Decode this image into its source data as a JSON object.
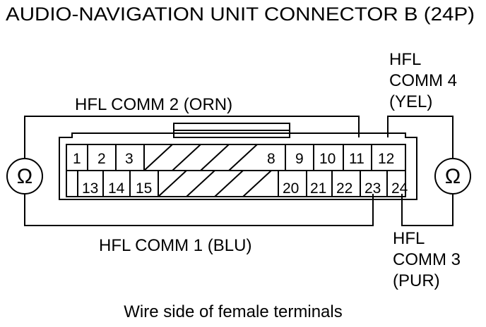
{
  "title": "AUDIO-NAVIGATION UNIT CONNECTOR B (24P)",
  "caption": "Wire side of female terminals",
  "meter_symbol": "Ω",
  "labels": {
    "comm2": "HFL COMM 2 (ORN)",
    "comm1": "HFL COMM 1 (BLU)",
    "comm4_line1": "HFL",
    "comm4_line2": "COMM 4",
    "comm4_line3": "(YEL)",
    "comm3_line1": "HFL",
    "comm3_line2": "COMM 3",
    "comm3_line3": "(PUR)"
  },
  "pins": {
    "p1": "1",
    "p2": "2",
    "p3": "3",
    "p8": "8",
    "p9": "9",
    "p10": "10",
    "p11": "11",
    "p12": "12",
    "p13": "13",
    "p14": "14",
    "p15": "15",
    "p20": "20",
    "p21": "21",
    "p22": "22",
    "p23": "23",
    "p24": "24"
  }
}
